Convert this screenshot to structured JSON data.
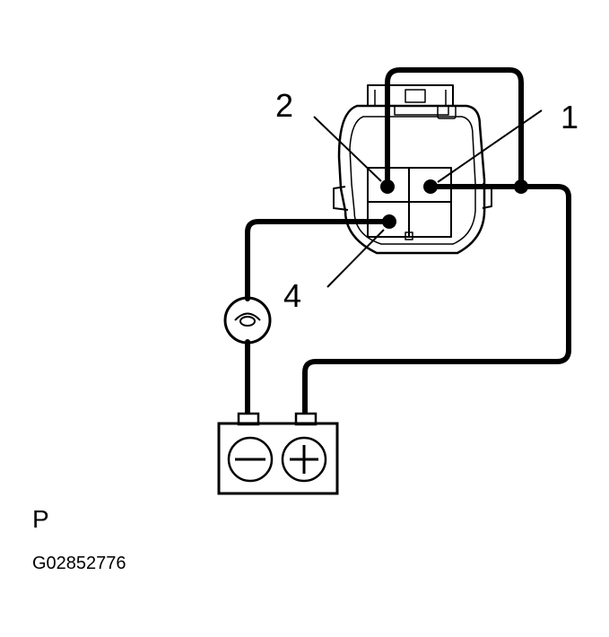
{
  "labels": {
    "pin_1": "1",
    "pin_2": "2",
    "pin_4": "4",
    "view": "P",
    "figure_code": "G02852776"
  },
  "components": {
    "connector": "switch-connector",
    "bulb": "test-bulb",
    "battery": "battery"
  },
  "icons": {
    "battery_negative": "minus-sign",
    "battery_positive": "plus-sign"
  },
  "colors": {
    "line": "#000000",
    "background": "#ffffff"
  }
}
